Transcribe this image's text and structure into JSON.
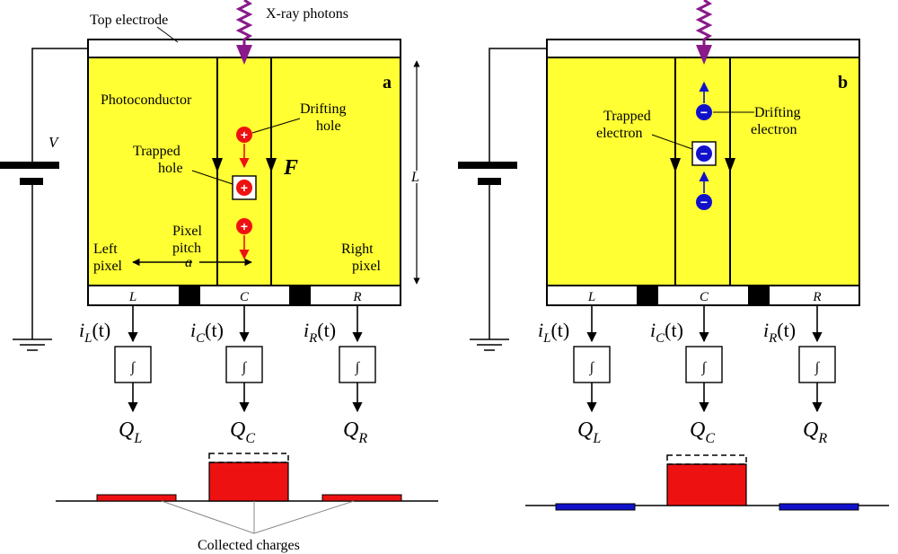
{
  "colors": {
    "photoconductor": "#ffff33",
    "hole": "#ee1111",
    "electron": "#1111cc",
    "photon": "#8a1a8a",
    "collected_hole": "#ee1111",
    "collected_electron": "#1111cc"
  },
  "labels": {
    "top_electrode": "Top electrode",
    "xray": "X-ray photons",
    "photoconductor": "Photoconductor",
    "drifting_hole_1": "Drifting",
    "drifting_hole_2": "hole",
    "trapped_hole_1": "Trapped",
    "trapped_hole_2": "hole",
    "field": "F",
    "pixel_pitch_1": "Pixel",
    "pitch_2": "pitch",
    "pitch_sym": "a",
    "left_pixel_1": "Left",
    "left_pixel_2": "pixel",
    "right_pixel_1": "Right",
    "right_pixel_2": "pixel",
    "thickness": "L",
    "voltage": "V",
    "panel_a": "a",
    "panel_b": "b",
    "trapped_electron_1": "Trapped",
    "trapped_electron_2": "electron",
    "drifting_electron_1": "Drifting",
    "drifting_electron_2": "electron",
    "collected_charges": "Collected charges",
    "hole_sign": "+",
    "electron_sign": "−",
    "integrator": "∫"
  },
  "pixels": {
    "names": [
      "L",
      "C",
      "R"
    ],
    "current": "i",
    "t_arg": "(t)",
    "charge": "Q"
  }
}
